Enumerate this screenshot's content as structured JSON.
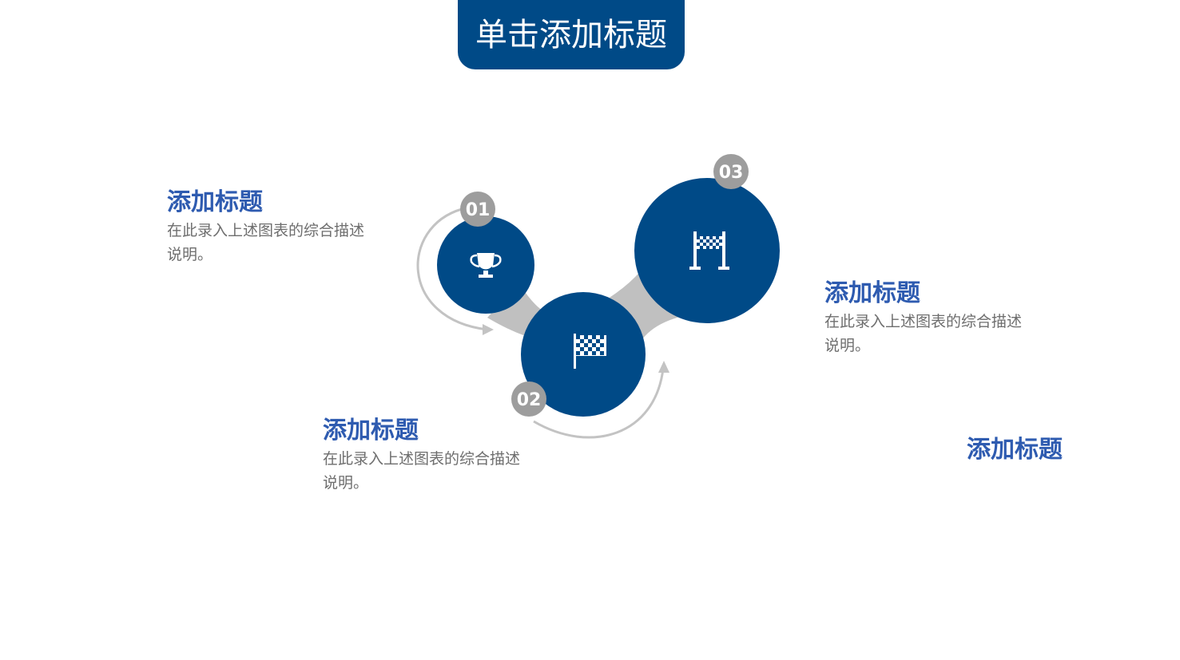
{
  "header": {
    "title": "单击添加标题"
  },
  "items": [
    {
      "number": "01",
      "icon": "trophy-icon",
      "title": "添加标题",
      "description": "在此录入上述图表的综合描述说明。"
    },
    {
      "number": "02",
      "icon": "checkered-flag-icon",
      "title": "添加标题",
      "description": "在此录入上述图表的综合描述说明。"
    },
    {
      "number": "03",
      "icon": "finish-gate-icon",
      "title": "添加标题",
      "description": "在此录入上述图表的综合描述说明。"
    }
  ],
  "extra": {
    "title": "添加标题"
  },
  "colors": {
    "primary": "#004a87",
    "title_blue": "#2e5bb0",
    "connector_gray": "#c0c0c0",
    "badge_gray": "#9d9d9d",
    "text_gray": "#6e6e6e"
  }
}
